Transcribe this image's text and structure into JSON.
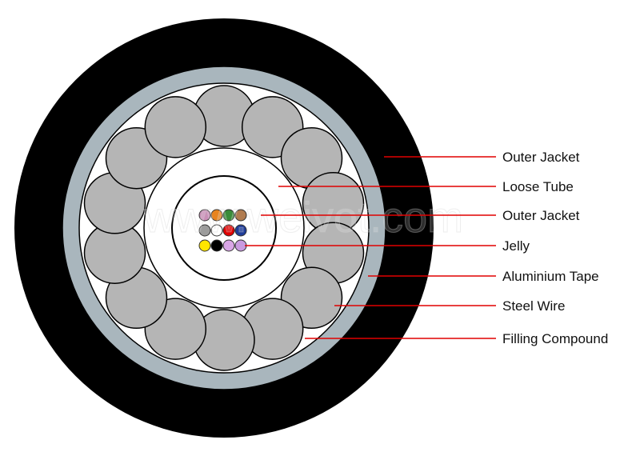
{
  "diagram": {
    "watermark": "www.weivot.com",
    "labels": [
      "Outer Jacket",
      "Loose Tube",
      "Outer Jacket",
      "Jelly",
      "Aluminium Tape",
      "Steel Wire",
      "Filling Compound"
    ],
    "colors": {
      "outer_jacket": "#000000",
      "aluminium_tape": "#a9b6bd",
      "filling_compound": "#ffffff",
      "steel_wire": "#b5b5b5",
      "leader_line": "#e00000"
    },
    "fibers": [
      {
        "name": "fiber-pink",
        "color": "#c98fb7"
      },
      {
        "name": "fiber-orange",
        "color": "#e8841f"
      },
      {
        "name": "fiber-green",
        "color": "#3a8c3a"
      },
      {
        "name": "fiber-brown",
        "color": "#b07b4f"
      },
      {
        "name": "fiber-grey",
        "color": "#9c9c9c"
      },
      {
        "name": "fiber-white",
        "color": "#ffffff"
      },
      {
        "name": "fiber-red",
        "color": "#e00000"
      },
      {
        "name": "fiber-blue",
        "color": "#1f3d99"
      },
      {
        "name": "fiber-yellow",
        "color": "#ffe600"
      },
      {
        "name": "fiber-black",
        "color": "#000000"
      },
      {
        "name": "fiber-violet",
        "color": "#d9a6e6"
      },
      {
        "name": "fiber-lilac",
        "color": "#c99be0"
      }
    ]
  }
}
